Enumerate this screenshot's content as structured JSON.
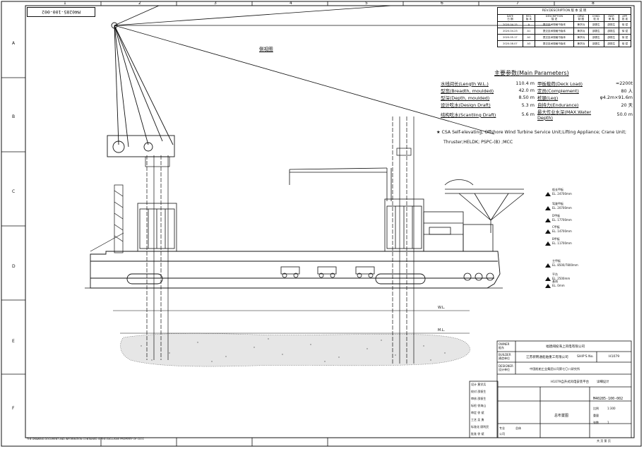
{
  "sheet": {
    "drawing_number": "M40285-100-002",
    "top_columns": [
      "1",
      "2",
      "3",
      "4",
      "5",
      "6",
      "7",
      "8"
    ],
    "left_rows": [
      "A",
      "B",
      "C",
      "D",
      "E",
      "F"
    ],
    "footer_note": "THE DRAWING DOCUMENT AND INFORMATION CONTAINED IS THE EXCLUSIVE PROPERTY OF CCCC",
    "page_info": "共 页  第 页"
  },
  "view_title": "侧视图",
  "revision_table": {
    "title": "REV.DESCRIPTION    版 本 说 明",
    "headers": [
      [
        "DATE",
        "日 期"
      ],
      [
        "REV.",
        "版 本"
      ],
      [
        "DESCRIPTION",
        "描 述"
      ],
      [
        "DRW.",
        "制 图"
      ],
      [
        "CHKD.",
        "校 对"
      ],
      [
        "INSP.",
        "审 核"
      ],
      [
        "APP.",
        "批 准"
      ]
    ],
    "rows": [
      [
        "2020.04.15",
        "A",
        "提交技术规格书版本",
        "黄学兵",
        "邵振生",
        "邵振生",
        "徐 斌"
      ],
      [
        "2020.04.23",
        "A1",
        "提交技术规格书版本",
        "黄学兵",
        "邵振生",
        "邵振生",
        "徐 斌"
      ],
      [
        "2020.05.17",
        "A2",
        "提交技术规格书版本",
        "黄学兵",
        "邵振生",
        "邵振生",
        "徐 斌"
      ],
      [
        "2020.08.07",
        "A3",
        "提交技术规格书版本",
        "黄学兵",
        "邵振生",
        "邵振生",
        "徐 斌"
      ]
    ]
  },
  "main_parameters": {
    "title": "主要参数(Main Parameters)",
    "left": [
      {
        "label": "水线间长(Length W.L.)",
        "value": "110.4 m"
      },
      {
        "label": "型宽(Breadth, moulded)",
        "value": "42.0 m"
      },
      {
        "label": "型深(Depth, moulded)",
        "value": "8.50 m"
      },
      {
        "label": "设计吃水(Design Draft)",
        "value": "5.3 m"
      },
      {
        "label": "结构吃水(Scantling Draft)",
        "value": "5.6 m"
      }
    ],
    "right": [
      {
        "label": "甲板载荷(Deck Load)",
        "value": "≈2200t"
      },
      {
        "label": "定员(Complement)",
        "value": "80 人"
      },
      {
        "label": "桩腿(Leg)",
        "value": "φ4.2m×91.6m"
      },
      {
        "label": "自持力(Endurance)",
        "value": "20 天"
      },
      {
        "label": "最大作业水深(MAX.Water Depth)",
        "value": "50.0 m"
      }
    ],
    "class_notation_line1": "★ CSA  Self-elevating, Offshore Wind Turbine Service Unit;Lifting Appliance; Crane Unit;",
    "class_notation_line2": "Thruster;HELDK; PSPC-(B) ;MCC"
  },
  "elevation_labels": [
    {
      "name": "船长甲板",
      "value": "EL. 24700mm"
    },
    {
      "name": "驾驶甲板",
      "value": "EL. 20700mm"
    },
    {
      "name": "D甲板",
      "value": "EL. 17700mm"
    },
    {
      "name": "C甲板",
      "value": "EL. 14700mm"
    },
    {
      "name": "B甲板",
      "value": "EL. 11700mm"
    },
    {
      "name": "主甲板",
      "value": "EL. 8500/7800mm"
    },
    {
      "name": "平台",
      "value": "EL. 2500mm"
    },
    {
      "name": "基线",
      "value": "EL. 0mm"
    }
  ],
  "waterlines": {
    "wl": "W.L.",
    "ml": "M.L."
  },
  "title_block": {
    "owner_label": [
      "OWNER",
      "船东"
    ],
    "owner": "福建闽投海上风电有限公司",
    "builder_label": [
      "BUILDER",
      "建造单位"
    ],
    "builder": "江苏新韩通船舶重工有限公司",
    "ship_no_label": "SHIP'S No.",
    "ship_no": "H1079",
    "designer_label": [
      "DESIGNER",
      "设计单位"
    ],
    "designer": "中国船舶工业集团公司第七〇八研究所",
    "project": "H1079自升式风电安装平台",
    "stage": "详细设计",
    "drawing_title": "总布置图",
    "drawing_no": "M40285-100-002",
    "sign_rows": [
      [
        "设计",
        "黄学兵"
      ],
      [
        "校对",
        "邵振生"
      ],
      [
        "审核",
        "邵振生"
      ],
      [
        "标检",
        "徐海山"
      ],
      [
        "审定",
        "徐 斌"
      ],
      [
        "工艺",
        "吴  勇"
      ],
      [
        "标准化",
        "顾利民"
      ],
      [
        "批准",
        "徐 斌"
      ]
    ],
    "scale_label": "比例",
    "scale": "1:300",
    "weight_label": "重量",
    "sheet_label": "张数",
    "sheet": "1",
    "discipline_label": "专业",
    "discipline": "总体",
    "company_label": "公司"
  }
}
